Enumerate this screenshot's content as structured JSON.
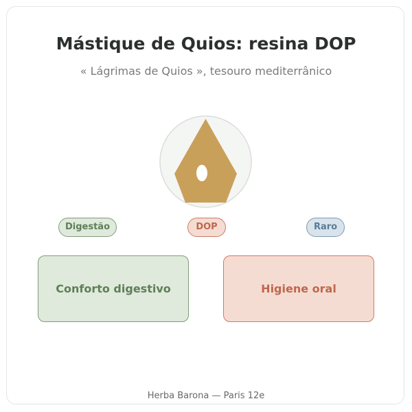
{
  "header": {
    "title": "Mástique de Quios: resina DOP",
    "subtitle": "« Lágrimas de Quios », tesouro mediterrânico"
  },
  "emblem": {
    "icon": "resin-tear-icon",
    "colors": {
      "circle_fill": "#f4f6f3",
      "circle_stroke": "#dcdcdc",
      "drop": "#c9a05a",
      "hole": "#ffffff"
    }
  },
  "tags": [
    {
      "label": "Digestão",
      "color": "#5e7f58"
    },
    {
      "label": "DOP",
      "color": "#c0674c"
    },
    {
      "label": "Raro",
      "color": "#5b7c98"
    }
  ],
  "boxes": [
    {
      "label": "Conforto digestivo",
      "color": "#5e7f58"
    },
    {
      "label": "Higiene oral",
      "color": "#c0674c"
    }
  ],
  "footer": {
    "text": "Herba Barona — Paris 12e"
  }
}
